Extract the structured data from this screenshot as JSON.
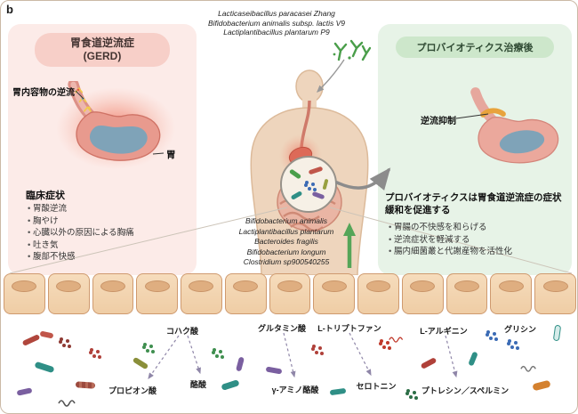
{
  "figure_label": "b",
  "left_panel": {
    "title_line1": "胃食道逆流症",
    "title_line2": "(GERD)",
    "reflux_label": "胃内容物の逆流",
    "stomach_label": "胃",
    "symptoms_title": "臨床症状",
    "symptoms": [
      "胃酸逆流",
      "胸やけ",
      "心臓以外の原因による胸痛",
      "吐き気",
      "腹部不快感"
    ]
  },
  "center": {
    "probiotic_strains": [
      "Lacticaseibacillus paracasei Zhang",
      "Bifidobacterium animalis subsp. lactis V9",
      "Lactiplantibacillus plantarum P9"
    ],
    "gut_bacteria": [
      "Bifidobacterium animalis",
      "Lactiplantibacillus plantarum",
      "Bacteroides fragilis",
      "Bifidobacterium longum",
      "Clostridium sp900540255"
    ]
  },
  "right_panel": {
    "title": "プロバイオティクス治療後",
    "suppression_label": "逆流抑制",
    "benefit_title": "プロバイオティクスは胃食道逆流症の症状緩和を促進する",
    "benefits": [
      "胃腸の不快感を和らげる",
      "逆流症状を軽減する",
      "腸内細菌叢と代謝産物を活性化"
    ]
  },
  "metabolites": {
    "top": [
      "コハク酸",
      "グルタミン酸",
      "L-トリプトファン",
      "L-アルギニン",
      "グリシン"
    ],
    "bottom": [
      "プロピオン酸",
      "酪酸",
      "γ-アミノ酪酸",
      "セロトニン",
      "プトレシン／スペルミン"
    ]
  },
  "colors": {
    "gerd_panel": "#fcebe8",
    "gerd_pill": "#f7cfc8",
    "probiotic_panel": "#e7f3e7",
    "probiotic_pill": "#cde7cb",
    "stomach_pink": "#e89a8e",
    "reflux_glow_red": "#e8503c",
    "stomach_contents_blue": "#7fa3b8",
    "sphincter_orange": "#e8a33c",
    "increase_arrow_green": "#55a558",
    "probiotic_bacteria_green": "#4a9e4a",
    "epithelium_cell_tan": "#f3d3ae"
  }
}
